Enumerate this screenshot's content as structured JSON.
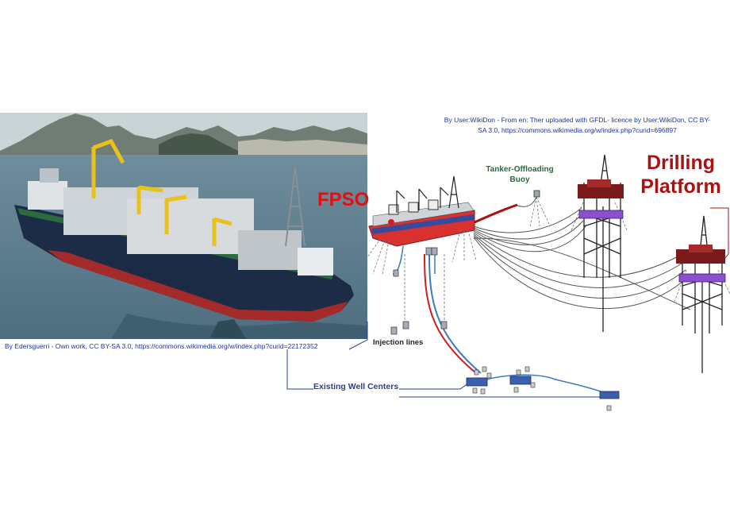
{
  "credits": {
    "right": "By User:WikiDon - From en: Ther uploaded with GFDL- licence by User:WikiDon, CC BY-SA 3.0, https://commons.wikimedia.org/w/index.php?curid=696897",
    "left": "By Edersguerri - Own work, CC BY-SA 3.0, https://commons.wikimedia.org/w/index.php?curid=22172352"
  },
  "labels": {
    "fpso": "FPSO",
    "drilling": "Drilling Platform",
    "tanker": "Tanker-Offloading Buoy",
    "injection": "Injection lines",
    "wells": "Existing Well Centers"
  },
  "colors": {
    "fpso_label": "#e01010",
    "drilling_label": "#aa1212",
    "credit_text": "#1f33a8",
    "sea": "#5d7c8f",
    "hull": "#1c2c47",
    "hull_bottom": "#a52a2a",
    "crane": "#e8c21b",
    "riser": "#555555",
    "injection_red": "#cc2020",
    "flowline_blue": "#3d7bbf",
    "platform_deck": "#7a1a1a",
    "platform_lower": "#8b4fd0"
  }
}
